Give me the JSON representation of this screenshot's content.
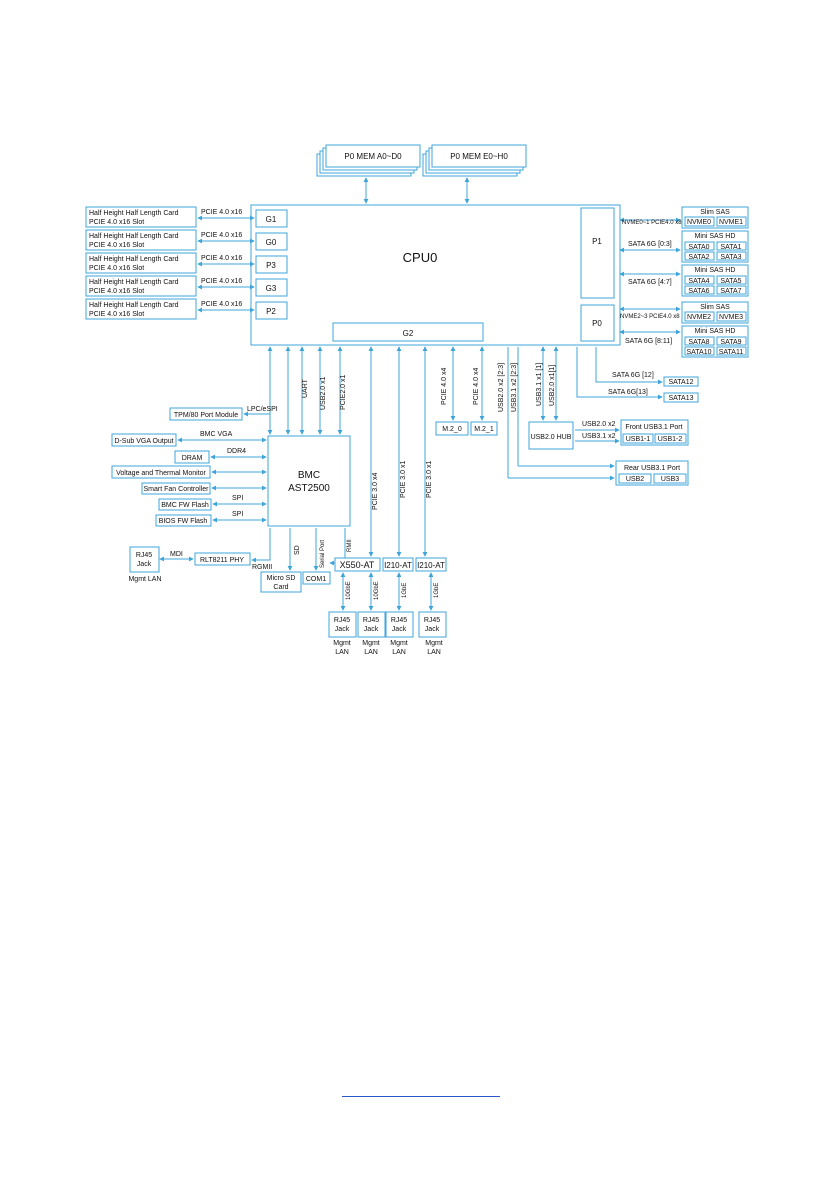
{
  "colors": {
    "line": "#3fa4d8",
    "text": "#111111",
    "link": "#2a57c6"
  },
  "memory": {
    "left": "P0 MEM A0~D0",
    "right": "P0 MEM E0~H0"
  },
  "cpu": {
    "title": "CPU0",
    "ports": {
      "g1": "G1",
      "g0": "G0",
      "p3": "P3",
      "g3": "G3",
      "p2": "P2",
      "g2": "G2",
      "p1": "P1",
      "p0": "P0"
    }
  },
  "slot_card": {
    "line1": "Half Height Half Length Card",
    "line2": "PCIE 4.0 x16 Slot"
  },
  "pcie_x16": "PCIE 4.0 x16",
  "right_side": {
    "slim_sas_1": {
      "title": "Slim SAS",
      "items": [
        "NVME0",
        "NVME1"
      ]
    },
    "nvme_link_1": "NVME0~1 PCIE4.0 x8",
    "mini_sas_1": {
      "title": "Mini SAS HD",
      "items": [
        "SATA0",
        "SATA1",
        "SATA2",
        "SATA3"
      ]
    },
    "sata_link_1": "SATA 6G [0:3]",
    "mini_sas_2": {
      "title": "Mini SAS HD",
      "items": [
        "SATA4",
        "SATA5",
        "SATA6",
        "SATA7"
      ]
    },
    "sata_link_2": "SATA 6G [4:7]",
    "slim_sas_2": {
      "title": "Slim SAS",
      "items": [
        "NVME2",
        "NVME3"
      ]
    },
    "nvme_link_2": "NVME2~3 PCIE4.0 x8",
    "mini_sas_3": {
      "title": "Mini SAS HD",
      "items": [
        "SATA8",
        "SATA9",
        "SATA10",
        "SATA11"
      ]
    },
    "sata_link_3": "SATA 6G [8:11]",
    "sata12_link": "SATA 6G [12]",
    "sata12": "SATA12",
    "sata13_link": "SATA 6G[13]",
    "sata13": "SATA13"
  },
  "vertical_links": {
    "uart": "UART",
    "usb20_x1": "USB2.0 x1",
    "pcie20_x1": "PCIE2.0 x1",
    "pcie30_x4": "PCIE 3.0 x4",
    "pcie30_x1_a": "PCIE 3.0 x1",
    "pcie30_x1_b": "PCIE 3.0 x1",
    "pcie40_x4_a": "PCIE 4.0 x4",
    "pcie40_x4_b": "PCIE 4.0 x4",
    "usb20_x2": "USB2.0 x2 [2:3]",
    "usb31_x2": "USB3.1 x2 [2:3]",
    "usb31_x1": "USB3.1 x1 [1]",
    "usb20_x1_b": "USB2.0 x1[1]"
  },
  "m2": {
    "a": "M.2_0",
    "b": "M.2_1"
  },
  "usb_hub": {
    "hub": "USB2.0 HUB",
    "link_a": "USB2.0 x2",
    "link_b": "USB3.1 x2",
    "front_title": "Front USB3.1 Port",
    "front_items": [
      "USB1-1",
      "USB1-2"
    ],
    "rear_title": "Rear USB3.1 Port",
    "rear_items": [
      "USB2",
      "USB3"
    ]
  },
  "bmc": {
    "title": "BMC",
    "chip": "AST2500",
    "lpc_label": "LPC/eSPI",
    "tpm": "TPM/80 Port Module",
    "vga_label": "BMC VGA",
    "vga": "D-Sub VGA Output",
    "ddr_label": "DDR4",
    "dram": "DRAM",
    "monitor": "Voltage and Thermal Monitor",
    "fan": "Smart Fan Controller",
    "spi_1": "SPI",
    "bmc_flash": "BMC FW Flash",
    "spi_2": "SPI",
    "bios_flash": "BIOS FW Flash",
    "sd_label": "SD",
    "serial_label": "Serial Port",
    "rmii_label": "RMII",
    "microsd_1": "Micro SD",
    "microsd_2": "Card",
    "com1": "COM1",
    "rgmii_label": "RGMII",
    "phy": "RLT8211 PHY",
    "mdi_label": "MDI",
    "rj45_1": "RJ45",
    "rj45_2": "Jack",
    "mgmt": "Mgmt LAN"
  },
  "lan": {
    "x550": "X550-AT",
    "i210_a": "I210-AT",
    "i210_b": "I210-AT",
    "link_10g_a": "10GbE",
    "link_10g_b": "10GbE",
    "link_1g_a": "1GbE",
    "link_1g_b": "1GbE",
    "jack_1": "RJ45",
    "jack_2": "Jack",
    "mgmt_1": "Mgmt",
    "mgmt_2": "LAN"
  }
}
